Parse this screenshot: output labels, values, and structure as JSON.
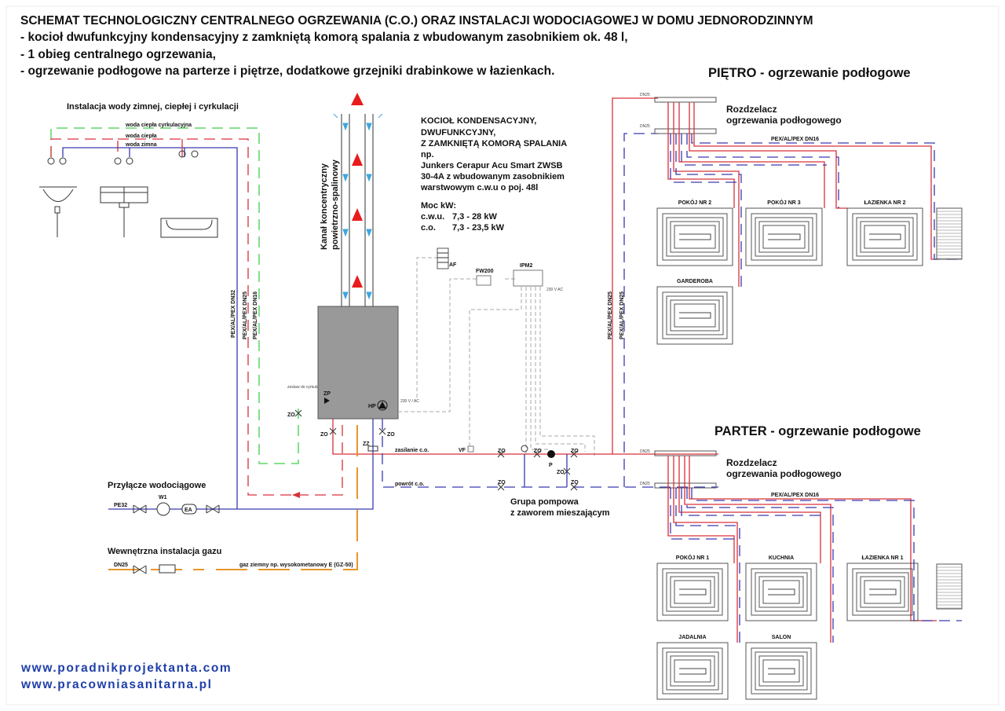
{
  "header": {
    "title": "SCHEMAT TECHNOLOGICZNY CENTRALNEGO OGRZEWANIA (C.O.) ORAZ INSTALACJI WODOCIAGOWEJ W DOMU JEDNORODZINNYM",
    "lines": [
      "- kocioł dwufunkcyjny kondensacyjny z zamkniętą komorą spalania z wbudowanym zasobnikiem ok. 48 l,",
      "- 1 obieg centralnego ogrzewania,",
      "- ogrzewanie podłogowe na parterze i piętrze, dodatkowe grzejniki drabinkowe w łazienkach."
    ]
  },
  "water": {
    "title": "Instalacja wody zimnej, ciepłej i cyrkulacji",
    "circ_label": "woda ciepła cyrkulacyjna",
    "hot_label": "woda ciepła",
    "cold_label": "woda zimna",
    "riser_labels": [
      "PEX/AL/PEX DN32",
      "PEX/AL/PEX DN25",
      "PEX/AL/PEX DN16"
    ],
    "circ_set": "zestaw do cyrkulacji"
  },
  "flue": {
    "label_1": "Kanał koncentryczny",
    "label_2": "powietrzno-spalinowy"
  },
  "boiler": {
    "lines": [
      "KOCIOŁ KONDENSACYJNY,",
      "DWUFUNKCYJNY,",
      "Z ZAMKNIĘTĄ KOMORĄ SPALANIA",
      "np.",
      "Junkers Cerapur Acu Smart ZWSB",
      "30-4A z wbudowanym zasobnikiem",
      "warstwowym c.w.u o poj. 48l"
    ],
    "power_title": "Moc kW:",
    "power_cwu_label": "c.w.u.",
    "power_cwu": "7,3 - 28 kW",
    "power_co_label": "c.o.",
    "power_co": "7,3 - 23,5 kW",
    "zp": "ZP",
    "hp": "HP",
    "voltage": "230 V / AC"
  },
  "controls": {
    "af": "AF",
    "fw200": "FW200",
    "ipm2": "IPM2",
    "voltage": "230 V AC",
    "vf": "VF"
  },
  "valves": {
    "zo": "ZO",
    "zz": "ZZ",
    "p": "P"
  },
  "circuit": {
    "supply": "zasilanie c.o.",
    "return": "powrót c.o.",
    "pump_group_1": "Grupa pompowa",
    "pump_group_2": "z zaworem mieszającym",
    "riser_1": "PEX/AL/PEX DN25",
    "riser_2": "PEX/AL/PEX DN25"
  },
  "water_connection": {
    "title": "Przyłącze wodociągowe",
    "pipe": "PE32",
    "meter": "W1",
    "filter": "EA"
  },
  "gas": {
    "title": "Wewnętrzna instalacja gazu",
    "pipe": "DN25",
    "label": "gaz ziemny np. wysokometanowy E (GZ-50)"
  },
  "floor_upper": {
    "title": "PIĘTRO - ogrzewanie podłogowe",
    "manifold_1": "Rozdzelacz",
    "manifold_2": "ogrzewania podłogowego",
    "dn_supply": "DN25",
    "dn_return": "DN25",
    "pipe": "PEX/AL/PEX DN16",
    "rooms": [
      "POKÓJ NR 2",
      "POKÓJ NR 3",
      "ŁAZIENKA NR 2",
      "GARDEROBA"
    ]
  },
  "floor_ground": {
    "title": "PARTER - ogrzewanie podłogowe",
    "manifold_1": "Rozdzelacz",
    "manifold_2": "ogrzewania podłogowego",
    "dn_supply": "DN25",
    "dn_return": "DN25",
    "pipe": "PEX/AL/PEX DN16",
    "rooms": [
      "POKÓJ NR 1",
      "KUCHNIA",
      "ŁAZIENKA NR 1",
      "JADALNIA",
      "SALON"
    ]
  },
  "footer": {
    "url_1": "www.poradnikprojektanta.com",
    "url_2": "www.pracowniasanitarna.pl"
  },
  "colors": {
    "hot": "#d9303a",
    "cold": "#3a3ab0",
    "circulation": "#3fcf4a",
    "gas": "#e8962a",
    "boiler": "#999999",
    "url": "#1f3fa8"
  }
}
